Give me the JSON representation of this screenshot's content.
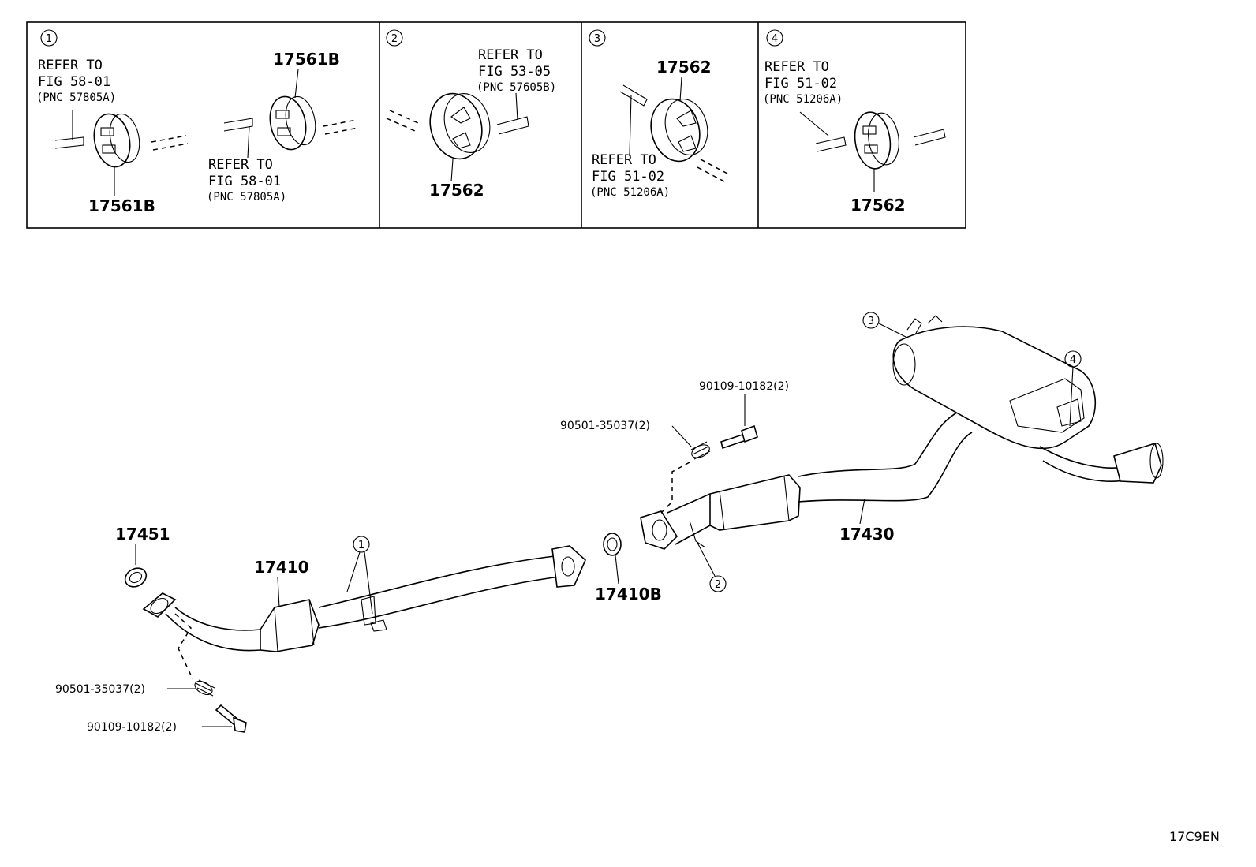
{
  "panels": [
    {
      "number": "1",
      "left_ref": {
        "line1": "REFER TO",
        "line2": "FIG 58-01",
        "line3": "(PNC 57805A)"
      },
      "left_part": "17561B",
      "right_part": "17561B",
      "right_ref": {
        "line1": "REFER TO",
        "line2": "FIG 58-01",
        "line3": "(PNC 57805A)"
      }
    },
    {
      "number": "2",
      "ref": {
        "line1": "REFER TO",
        "line2": "FIG 53-05",
        "line3": "(PNC 57605B)"
      },
      "part": "17562"
    },
    {
      "number": "3",
      "part": "17562",
      "ref": {
        "line1": "REFER TO",
        "line2": "FIG 51-02",
        "line3": "(PNC 51206A)"
      }
    },
    {
      "number": "4",
      "ref": {
        "line1": "REFER TO",
        "line2": "FIG 51-02",
        "line3": "(PNC 51206A)"
      },
      "part": "17562"
    }
  ],
  "main": {
    "gasket_front": "17451",
    "front_pipe": "17410",
    "gasket_mid": "17410B",
    "tail_pipe": "17430",
    "bolt_top": "90109-10182(2)",
    "spring_top": "90501-35037(2)",
    "spring_bottom": "90501-35037(2)",
    "bolt_bottom": "90109-10182(2)",
    "callouts": {
      "c1": "1",
      "c2": "2",
      "c3": "3",
      "c4": "4"
    }
  },
  "figure_code": "17C9EN"
}
